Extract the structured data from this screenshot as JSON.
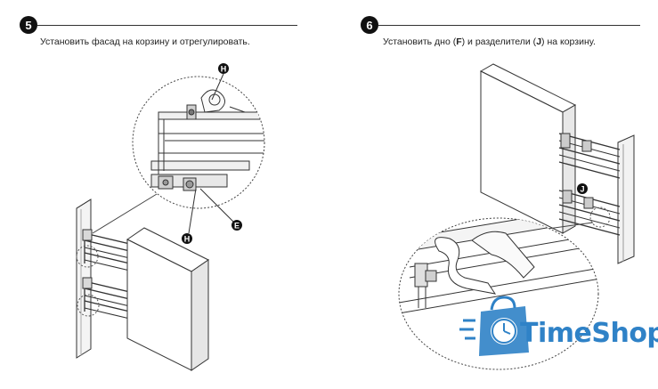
{
  "step5": {
    "number": "5",
    "text": "Установить фасад на корзину и отрегулировать.",
    "labels": {
      "h_top": "H",
      "h_bottom": "H",
      "e": "E"
    }
  },
  "step6": {
    "number": "6",
    "text_part1": "Установить дно (",
    "text_f": "F",
    "text_part2": ") и разделители (",
    "text_j": "J",
    "text_part3": ") на корзину.",
    "labels": {
      "j": "J"
    }
  },
  "watermark": {
    "brand": "TimeShop",
    "color": "#2f82c7",
    "icon": "clock-bag-icon"
  }
}
